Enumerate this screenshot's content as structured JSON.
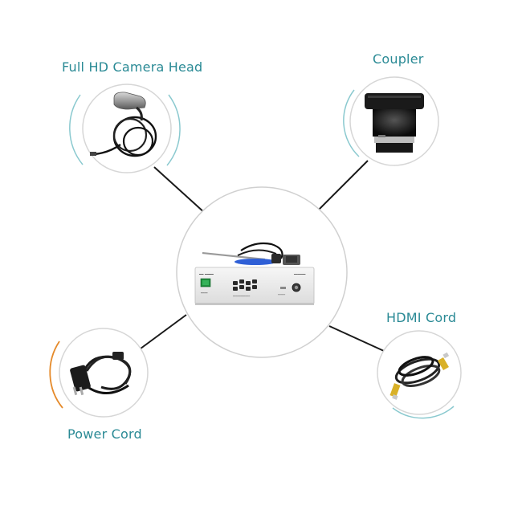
{
  "components": {
    "camera_head": {
      "label": "Full HD Camera Head",
      "icon": "camera-head-icon"
    },
    "coupler": {
      "label": "Coupler",
      "icon": "coupler-icon"
    },
    "hdmi_cord": {
      "label": "HDMI Cord",
      "icon": "hdmi-cable-icon"
    },
    "power_cord": {
      "label": "Power Cord",
      "icon": "power-cord-icon"
    }
  },
  "center": {
    "icon": "camera-control-unit-icon"
  },
  "colors": {
    "label": "#2a8a95",
    "accent_arc": "#e58a2a",
    "connector_line": "#1a1a1a"
  }
}
